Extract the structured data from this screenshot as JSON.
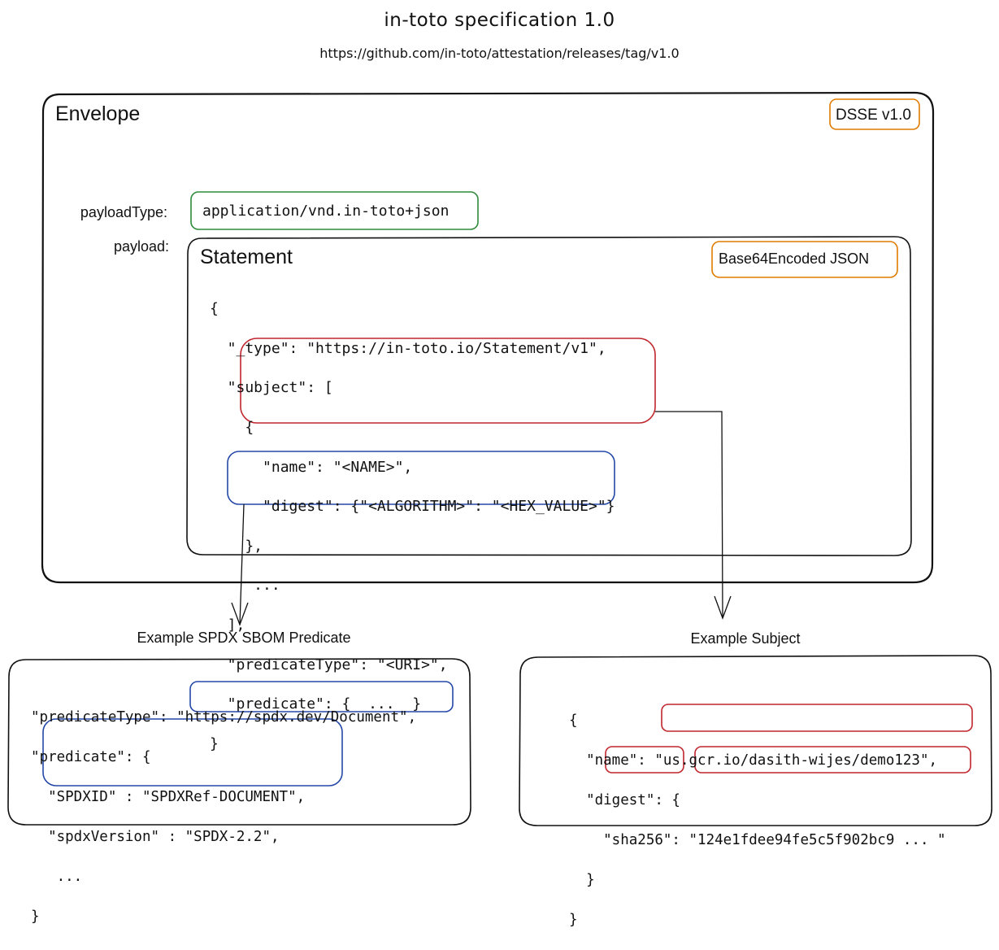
{
  "header": {
    "title": "in-toto specification 1.0",
    "url": "https://github.com/in-toto/attestation/releases/tag/v1.0"
  },
  "envelope": {
    "label": "Envelope",
    "badge": "DSSE v1.0",
    "payload_type_label": "payloadType:",
    "payload_type_value": "application/vnd.in-toto+json",
    "payload_label": "payload:"
  },
  "statement": {
    "label": "Statement",
    "badge": "Base64Encoded JSON",
    "lines": [
      "{",
      "  \"_type\": \"https://in-toto.io/Statement/v1\",",
      "  \"subject\": [",
      "    {",
      "      \"name\": \"<NAME>\",",
      "      \"digest\": {\"<ALGORITHM>\": \"<HEX_VALUE>\"}",
      "    },",
      "     ...",
      "  ],",
      "  \"predicateType\": \"<URI>\",",
      "  \"predicate\": {  ...  }",
      "}"
    ]
  },
  "predicate_example": {
    "caption": "Example SPDX SBOM Predicate",
    "lines": [
      "\"predicateType\": \"https://spdx.dev/Document\",",
      "\"predicate\": {",
      "  \"SPDXID\" : \"SPDXRef-DOCUMENT\",",
      "  \"spdxVersion\" : \"SPDX-2.2\",",
      "   ...",
      "}"
    ]
  },
  "subject_example": {
    "caption": "Example Subject",
    "lines": [
      "{",
      "  \"name\": \"us.gcr.io/dasith-wijes/demo123\",",
      "  \"digest\": {",
      "    \"sha256\": \"124e1fdee94fe5c5f902bc9 ... \"",
      "  }",
      "}"
    ]
  },
  "colors": {
    "outline": "#111111",
    "orange": "#e07b00",
    "green": "#2e8b3a",
    "red": "#c0262d",
    "blue": "#2548a8"
  }
}
